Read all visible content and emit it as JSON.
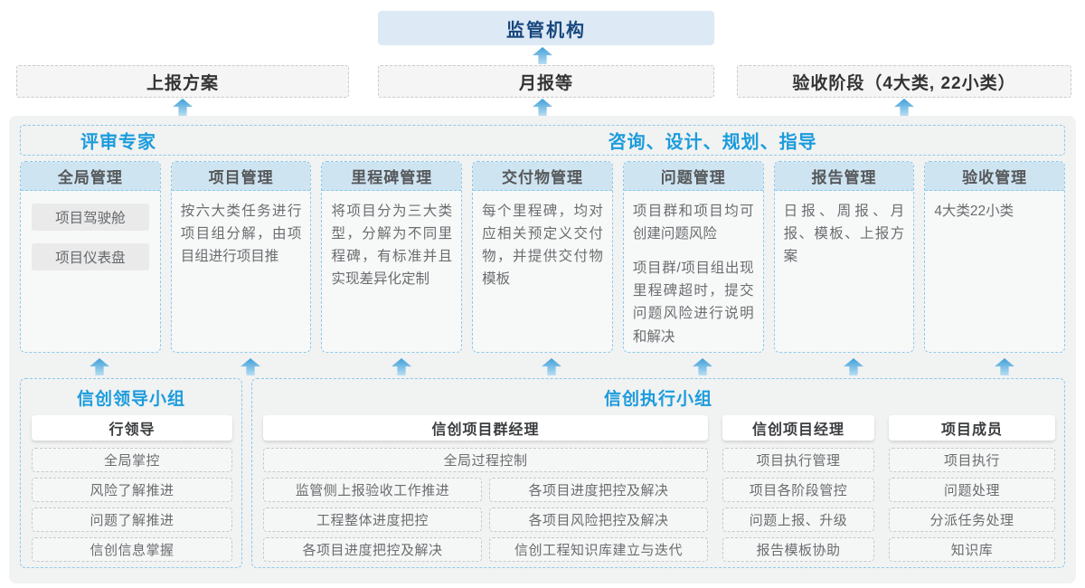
{
  "colors": {
    "accent_blue": "#1b9cdc",
    "navy_text": "#17477e",
    "header_fill": "#cfe4f1",
    "regulator_fill": "#dde9f5",
    "dashed_blue": "#8ccaea",
    "container_gray": "#f1f2f2",
    "arrow_blue": "#3f9fd8"
  },
  "top": {
    "regulator": "监管机构",
    "channels": [
      {
        "label": "上报方案"
      },
      {
        "label": "月报等"
      },
      {
        "label": "验收阶段（4大类, 22小类）"
      }
    ]
  },
  "middle": {
    "left_role": "评审专家",
    "right_role": "咨询、设计、规划、指导",
    "columns": [
      {
        "title": "全局管理",
        "chips": [
          "项目驾驶舱",
          "项目仪表盘"
        ]
      },
      {
        "title": "项目管理",
        "paragraphs": [
          "按六大类任务进行项目组分解，由项目组进行项目推"
        ]
      },
      {
        "title": "里程碑管理",
        "paragraphs": [
          "将项目分为三大类型，分解为不同里程碑，有标准并且实现差异化定制"
        ]
      },
      {
        "title": "交付物管理",
        "paragraphs": [
          "每个里程碑，均对应相关预定义交付物，并提供交付物模板"
        ]
      },
      {
        "title": "问题管理",
        "paragraphs": [
          "项目群和项目均可创建问题风险",
          "项目群/项目组出现里程碑超时，提交问题风险进行说明和解决"
        ]
      },
      {
        "title": "报告管理",
        "paragraphs": [
          "日报、周报、月报、模板、上报方案"
        ]
      },
      {
        "title": "验收管理",
        "paragraphs": [
          "4大类22小类"
        ]
      }
    ]
  },
  "bottom": {
    "leader_group": {
      "title": "信创领导小组",
      "role": "行领导",
      "items": [
        "全局掌控",
        "风险了解推进",
        "问题了解推进",
        "信创信息掌握"
      ]
    },
    "exec_group": {
      "title": "信创执行小组",
      "program_manager": {
        "role": "信创项目群经理",
        "full_item": "全局过程控制",
        "col1": [
          "监管侧上报验收工作推进",
          "工程整体进度把控",
          "各项目进度把控及解决"
        ],
        "col2": [
          "各项目进度把控及解决",
          "各项目风险把控及解决",
          "信创工程知识库建立与迭代"
        ]
      },
      "project_manager": {
        "role": "信创项目经理",
        "items": [
          "项目执行管理",
          "项目各阶段管控",
          "问题上报、升级",
          "报告模板协助"
        ]
      },
      "member": {
        "role": "项目成员",
        "items": [
          "项目执行",
          "问题处理",
          "分派任务处理",
          "知识库"
        ]
      }
    }
  }
}
